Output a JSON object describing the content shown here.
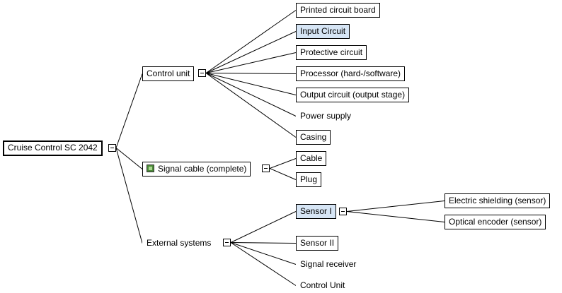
{
  "tree": {
    "root": {
      "label": "Cruise Control SC 2042"
    },
    "control_unit": {
      "label": "Control unit",
      "children": [
        "Printed circuit board",
        "Input Circuit",
        "Protective circuit",
        "Processor (hard-/software)",
        "Output circuit (output stage)",
        "Power supply",
        "Casing"
      ]
    },
    "signal_cable": {
      "label": "Signal cable (complete)",
      "icon": "component-icon",
      "children": [
        "Cable",
        "Plug"
      ]
    },
    "external_systems": {
      "label": "External systems",
      "children": [
        "Sensor I",
        "Sensor II",
        "Signal receiver",
        "Control Unit"
      ]
    },
    "sensor_1": {
      "label": "Sensor I",
      "children": [
        "Electric shielding (sensor)",
        "Optical encoder (sensor)"
      ]
    },
    "selected_items": [
      "Input Circuit",
      "Sensor I"
    ]
  },
  "colors": {
    "selection": "#d6e5f5",
    "line": "#000000",
    "icon_fill": "#4d8b3a"
  }
}
